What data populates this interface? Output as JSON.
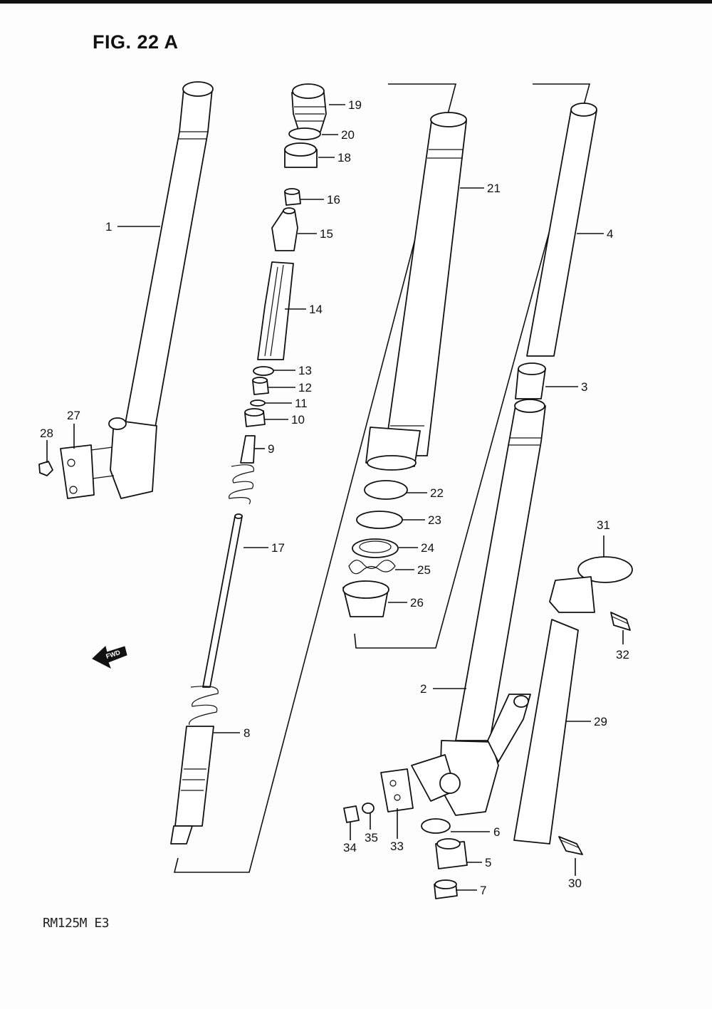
{
  "figure": {
    "title": "FIG. 22 A",
    "model_code": "RM125M  E3"
  },
  "direction_marker": {
    "text": "FWD"
  },
  "callouts": [
    "1",
    "2",
    "3",
    "4",
    "5",
    "6",
    "7",
    "8",
    "9",
    "10",
    "11",
    "12",
    "13",
    "14",
    "15",
    "16",
    "17",
    "18",
    "19",
    "20",
    "21",
    "22",
    "23",
    "24",
    "25",
    "26",
    "27",
    "28",
    "29",
    "30",
    "31",
    "32",
    "33",
    "34",
    "35"
  ]
}
